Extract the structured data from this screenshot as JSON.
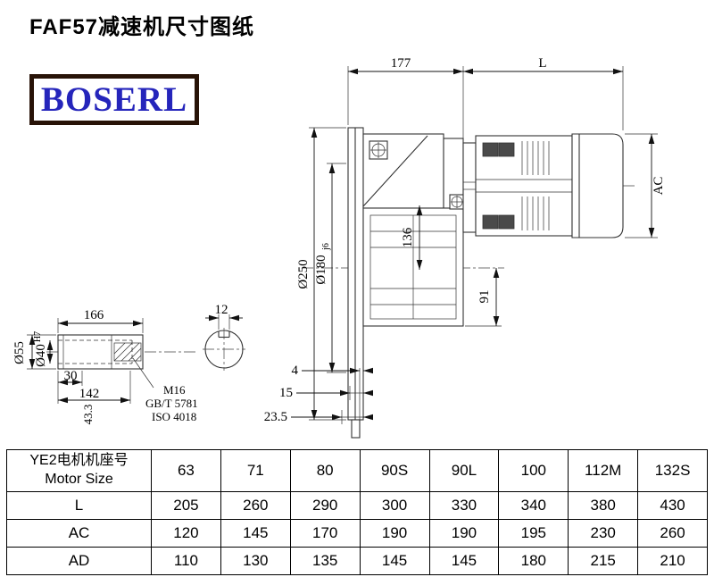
{
  "page": {
    "title": "FAF57减速机尺寸图纸",
    "logo_text": "BOSERL"
  },
  "drawing": {
    "dims": {
      "width_177": "177",
      "length_L": "L",
      "height_AC": "AC",
      "flange_dia": "Ø250",
      "spigot_dia": "Ø180",
      "spigot_fit": "j6",
      "center_136": "136",
      "bottom_91": "91",
      "step_4": "4",
      "step_15": "15",
      "step_23_5": "23.5",
      "shaft_166": "166",
      "key_width_12": "12",
      "shaft_dia_55": "Ø55",
      "bore_dia_40": "Ø40",
      "bore_fit": "H7",
      "bore_30": "30",
      "bore_142": "142",
      "thread": "M16",
      "thread_std_gb": "GB/T 5781",
      "thread_std_iso": "ISO 4018",
      "key_height_43_3": "43.3"
    }
  },
  "table": {
    "header_line1": "YE2电机机座号",
    "header_line2": "Motor Size",
    "motor_sizes": [
      "63",
      "71",
      "80",
      "90S",
      "90L",
      "100",
      "112M",
      "132S"
    ],
    "rows": [
      {
        "label": "L",
        "values": [
          "205",
          "260",
          "290",
          "300",
          "330",
          "340",
          "380",
          "430"
        ]
      },
      {
        "label": "AC",
        "values": [
          "120",
          "145",
          "170",
          "190",
          "190",
          "195",
          "230",
          "260"
        ]
      },
      {
        "label": "AD",
        "values": [
          "110",
          "130",
          "135",
          "145",
          "145",
          "180",
          "215",
          "210"
        ]
      }
    ]
  }
}
